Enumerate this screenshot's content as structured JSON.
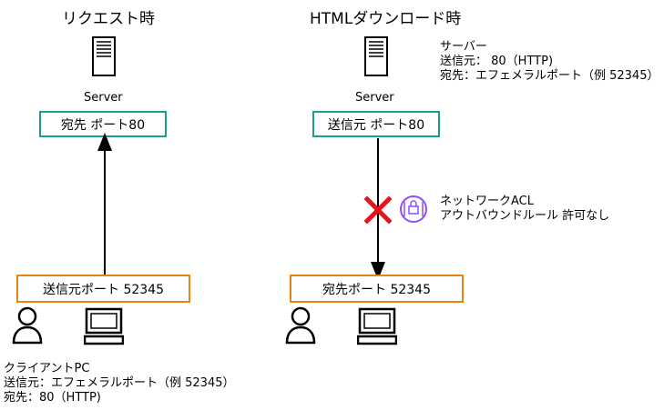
{
  "left": {
    "heading": "リクエスト時",
    "server_label": "Server",
    "server_box": "宛先 ポート80",
    "client_box": "送信元ポート 52345",
    "client_notes": [
      "クライアントPC",
      "送信元：エフェメラルポート（例 52345）",
      "宛先：80（HTTP)"
    ]
  },
  "right": {
    "heading": "HTMLダウンロード時",
    "server_label": "Server",
    "server_box": "送信元 ポート80",
    "server_notes": [
      "サーバー",
      "送信元： 80（HTTP)",
      "宛先：エフェメラルポート（例 52345）"
    ],
    "client_box": "宛先ポート 52345",
    "acl_notes": [
      "ネットワークACL",
      "アウトバウンドルール 許可なし"
    ]
  },
  "colors": {
    "server_box_border": "#1a9e8f",
    "client_box_border": "#e8821a",
    "blocked_mark": "#e8131b",
    "acl_icon": "#8c4fff"
  },
  "icons": [
    "server-icon",
    "user-icon",
    "computer-icon",
    "blocked-x-icon",
    "network-acl-icon"
  ]
}
